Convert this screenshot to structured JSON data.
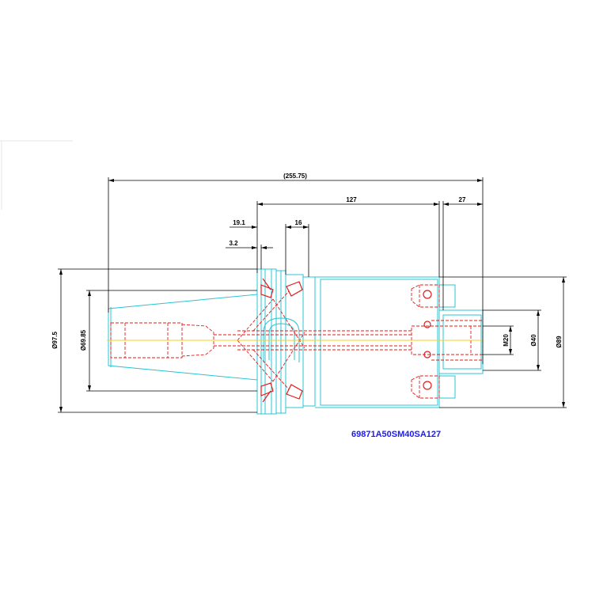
{
  "drawing": {
    "part_number": "69871A50SM40SA127",
    "dimensions": {
      "overall_length": "(255.75)",
      "body_length": "127",
      "nose_length": "27",
      "flange_offset": "19.1",
      "flange_width": "16",
      "groove_offset": "3.2",
      "diameter_gauge": "Ø97.5",
      "diameter_taper": "Ø69.85",
      "diameter_thread": "M20",
      "diameter_nose": "Ø40",
      "diameter_body": "Ø89"
    },
    "colors": {
      "outline": "#29c4d4",
      "hidden": "#e21b1b",
      "center": "#f3d21c",
      "dimension": "#000000",
      "label": "#1a1aff"
    }
  }
}
